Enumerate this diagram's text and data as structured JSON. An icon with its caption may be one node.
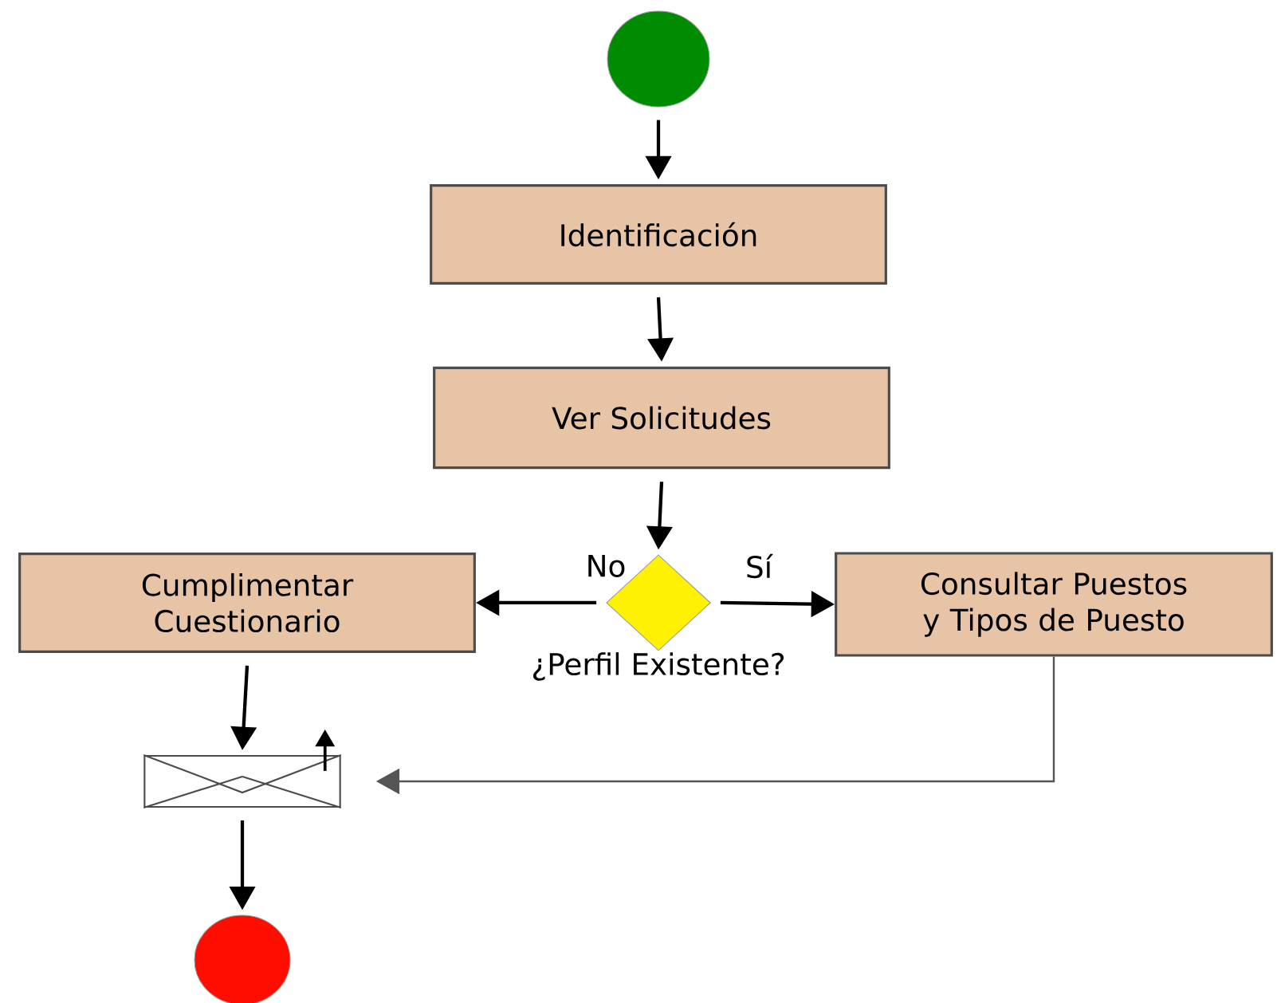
{
  "diagram": {
    "nodes": [
      {
        "text": [],
        "shape": "circle"
      },
      {
        "text": [
          "Identificación"
        ]
      },
      {
        "text": [
          "Ver Solicitudes"
        ]
      },
      {
        "text": [],
        "shape": "diamond",
        "beside": [
          "¿Perfil Existente?"
        ]
      },
      {
        "text": [
          "Cumplimentar Cuestionario"
        ]
      },
      {
        "text": [
          "Consultar Puestos y Tipos de Puesto"
        ]
      },
      {
        "text": [],
        "shape": "picture"
      },
      {
        "text": [],
        "shape": "circle"
      }
    ],
    "edges": [
      {
        "from": 0,
        "to": 1,
        "arrow": "to"
      },
      {
        "from": 1,
        "to": 2,
        "arrow": "to"
      },
      {
        "from": 2,
        "to": 3,
        "arrow": "to"
      },
      {
        "from": 3,
        "to": 4,
        "arrow": "to",
        "label": "No"
      },
      {
        "from": 3,
        "to": 5,
        "arrow": "to",
        "label": "Sí"
      },
      {
        "from": 4,
        "to": 6,
        "arrow": "to"
      },
      {
        "from": 5,
        "to": 6,
        "arrow": "to",
        "color": "#555555"
      },
      {
        "from": 6,
        "to": 7,
        "arrow": "to"
      }
    ]
  }
}
